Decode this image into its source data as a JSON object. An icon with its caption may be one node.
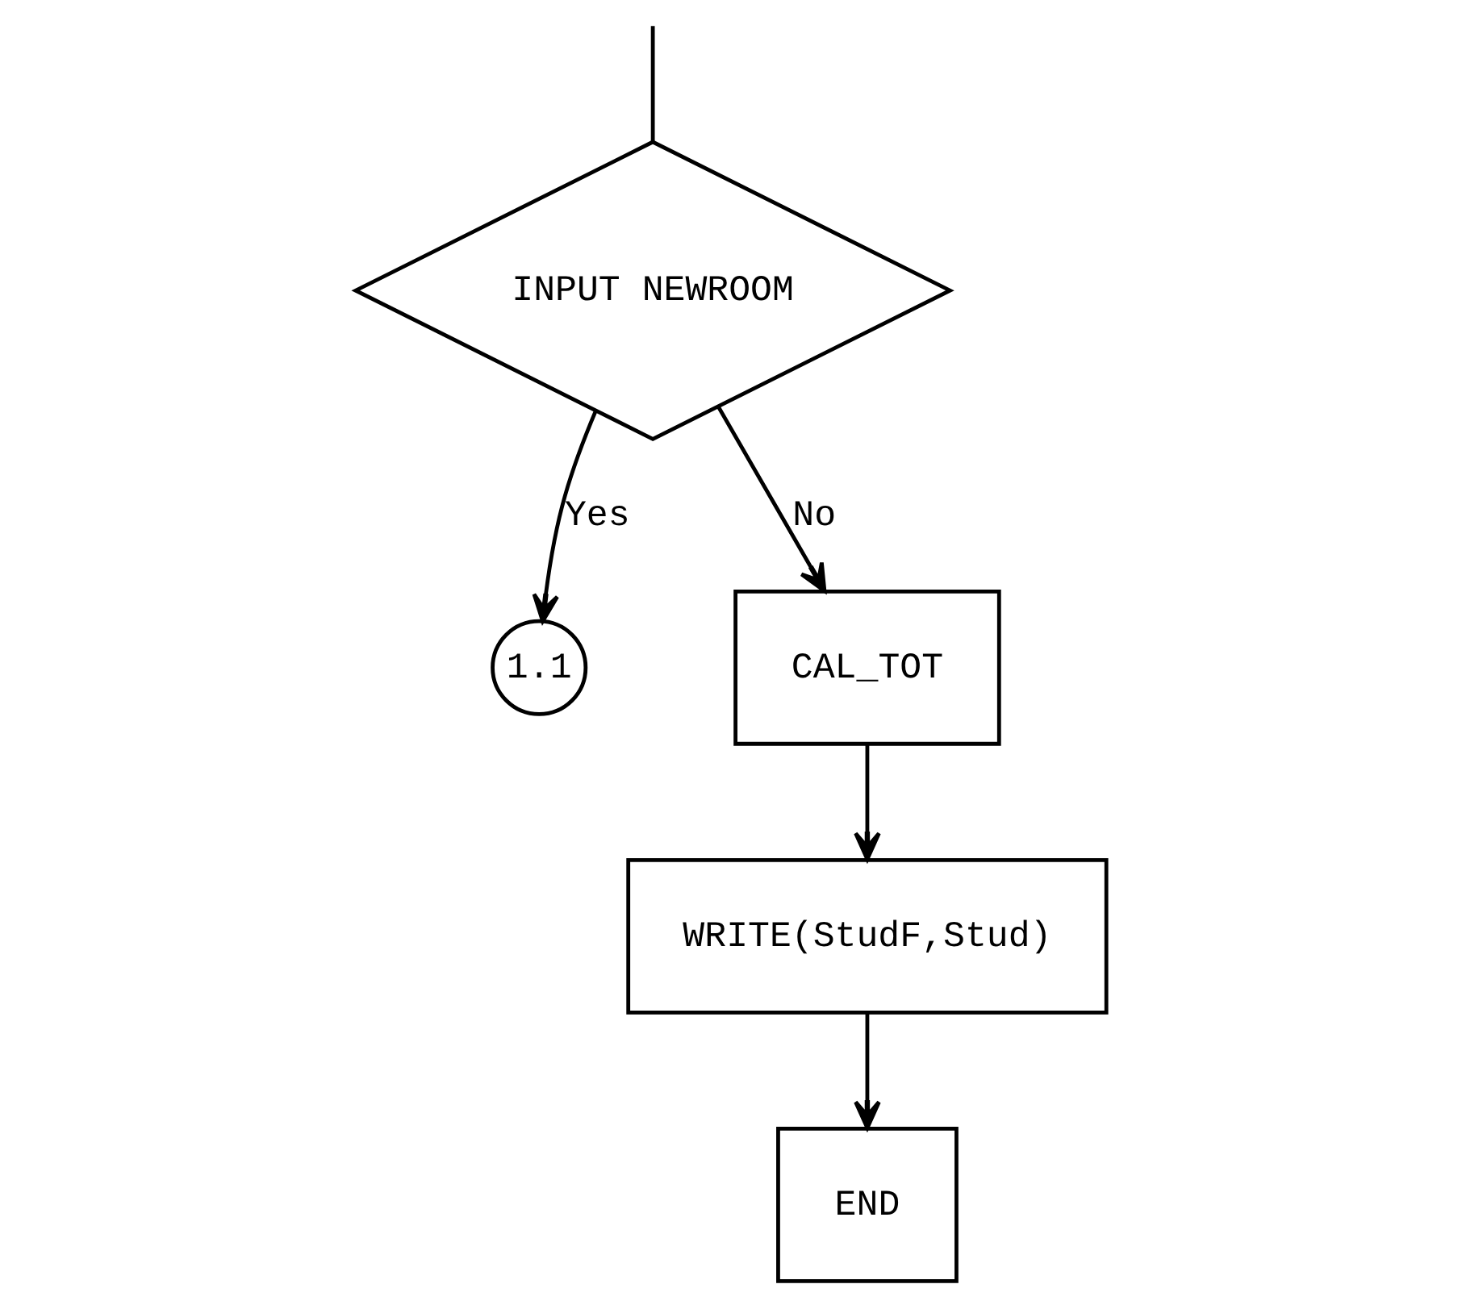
{
  "diagram": {
    "nodes": [
      {
        "text": [
          "INPUT NEWROOM"
        ]
      },
      {
        "text": [
          "1.1"
        ]
      },
      {
        "text": [
          "CAL_TOT"
        ]
      },
      {
        "text": [
          "WRITE(StudF,Stud)"
        ]
      },
      {
        "text": [
          "END"
        ]
      }
    ],
    "edges": [
      {
        "from": null,
        "to": 0,
        "arrow": "none"
      },
      {
        "from": 0,
        "to": 1,
        "label": "Yes",
        "arrow": "to"
      },
      {
        "from": 0,
        "to": 2,
        "label": "No",
        "arrow": "to"
      },
      {
        "from": 2,
        "to": 3,
        "arrow": "to"
      },
      {
        "from": 3,
        "to": 4,
        "arrow": "to"
      }
    ]
  }
}
